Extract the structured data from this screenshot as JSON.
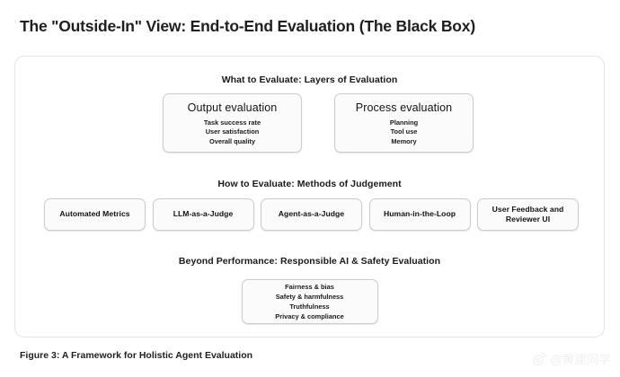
{
  "page_title": "The \"Outside-In\" View: End-to-End Evaluation (The Black Box)",
  "figure": {
    "sections": [
      {
        "header": "What to Evaluate: Layers of Evaluation",
        "nodes": [
          {
            "title": "Output evaluation",
            "items": [
              "Task success rate",
              "User satisfaction",
              "Overall quality"
            ]
          },
          {
            "title": "Process evaluation",
            "items": [
              "Planning",
              "Tool use",
              "Memory"
            ]
          }
        ]
      },
      {
        "header": "How to Evaluate: Methods of Judgement",
        "methods": [
          "Automated Metrics",
          "LLM-as-a-Judge",
          "Agent-as-a-Judge",
          "Human-in-the-Loop",
          "User Feedback and Reviewer UI"
        ]
      },
      {
        "header": "Beyond Performance: Responsible AI & Safety Evaluation",
        "items": [
          "Fairness & bias",
          "Safety & harmfulness",
          "Truthfulness",
          "Privacy & compliance"
        ]
      }
    ]
  },
  "caption": "Figure 3: A Framework for Holistic Agent Evaluation",
  "watermark": {
    "icon": "weibo-logo-icon",
    "text": "@黄建同学"
  },
  "colors": {
    "text": "#1f1f1f",
    "card_border": "#e3e3e3",
    "node_border": "#c9ccd1",
    "node_fill": "#fbfbfb",
    "watermark": "#c9c9c9"
  }
}
